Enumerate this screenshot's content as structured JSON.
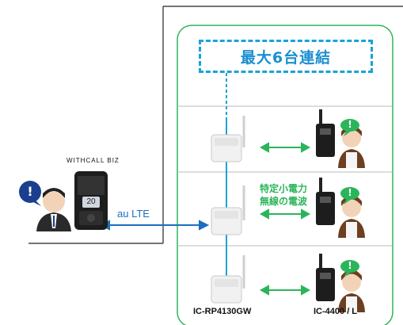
{
  "title": "最大6台連結",
  "radio_label_line1": "特定小電力",
  "radio_label_line2": "無線の電波",
  "lte_label": "au LTE",
  "brand": "WITHCALL BIZ",
  "handset_screen": "20",
  "repeater_model": "IC-RP4130GW",
  "radio_model": "IC-4400 / L",
  "alert_mark": "!",
  "colors": {
    "green": "#2bb55a",
    "blue": "#1aa3d6",
    "navy": "#1a3f8f"
  }
}
